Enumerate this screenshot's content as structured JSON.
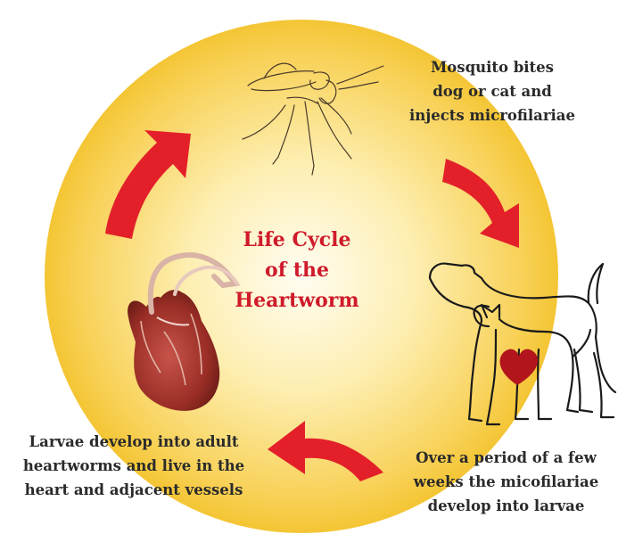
{
  "diagram": {
    "title_lines": [
      "Life Cycle",
      "of the",
      "Heartworm"
    ],
    "steps": [
      {
        "id": "mosquito",
        "lines": [
          "Mosquito bites",
          "dog or cat and",
          "injects microfilariae"
        ]
      },
      {
        "id": "pets",
        "lines": [
          "Over a period of a few",
          "weeks the micofilariae",
          "develop into larvae"
        ]
      },
      {
        "id": "heart",
        "lines": [
          "Larvae develop into adult",
          "heartworms and live in the",
          "heart and adjacent vessels"
        ]
      }
    ]
  },
  "colors": {
    "circle_center": "#fffbea",
    "circle_edge": "#f6c83c",
    "arrow": "#e3202a",
    "title": "#cf1b2b",
    "heart_icon": "#b3151c",
    "heart_organ": "#a83a30"
  },
  "icons": [
    "mosquito-icon",
    "dog-and-cat-icon",
    "heart-organ-icon",
    "small-heart-icon"
  ]
}
